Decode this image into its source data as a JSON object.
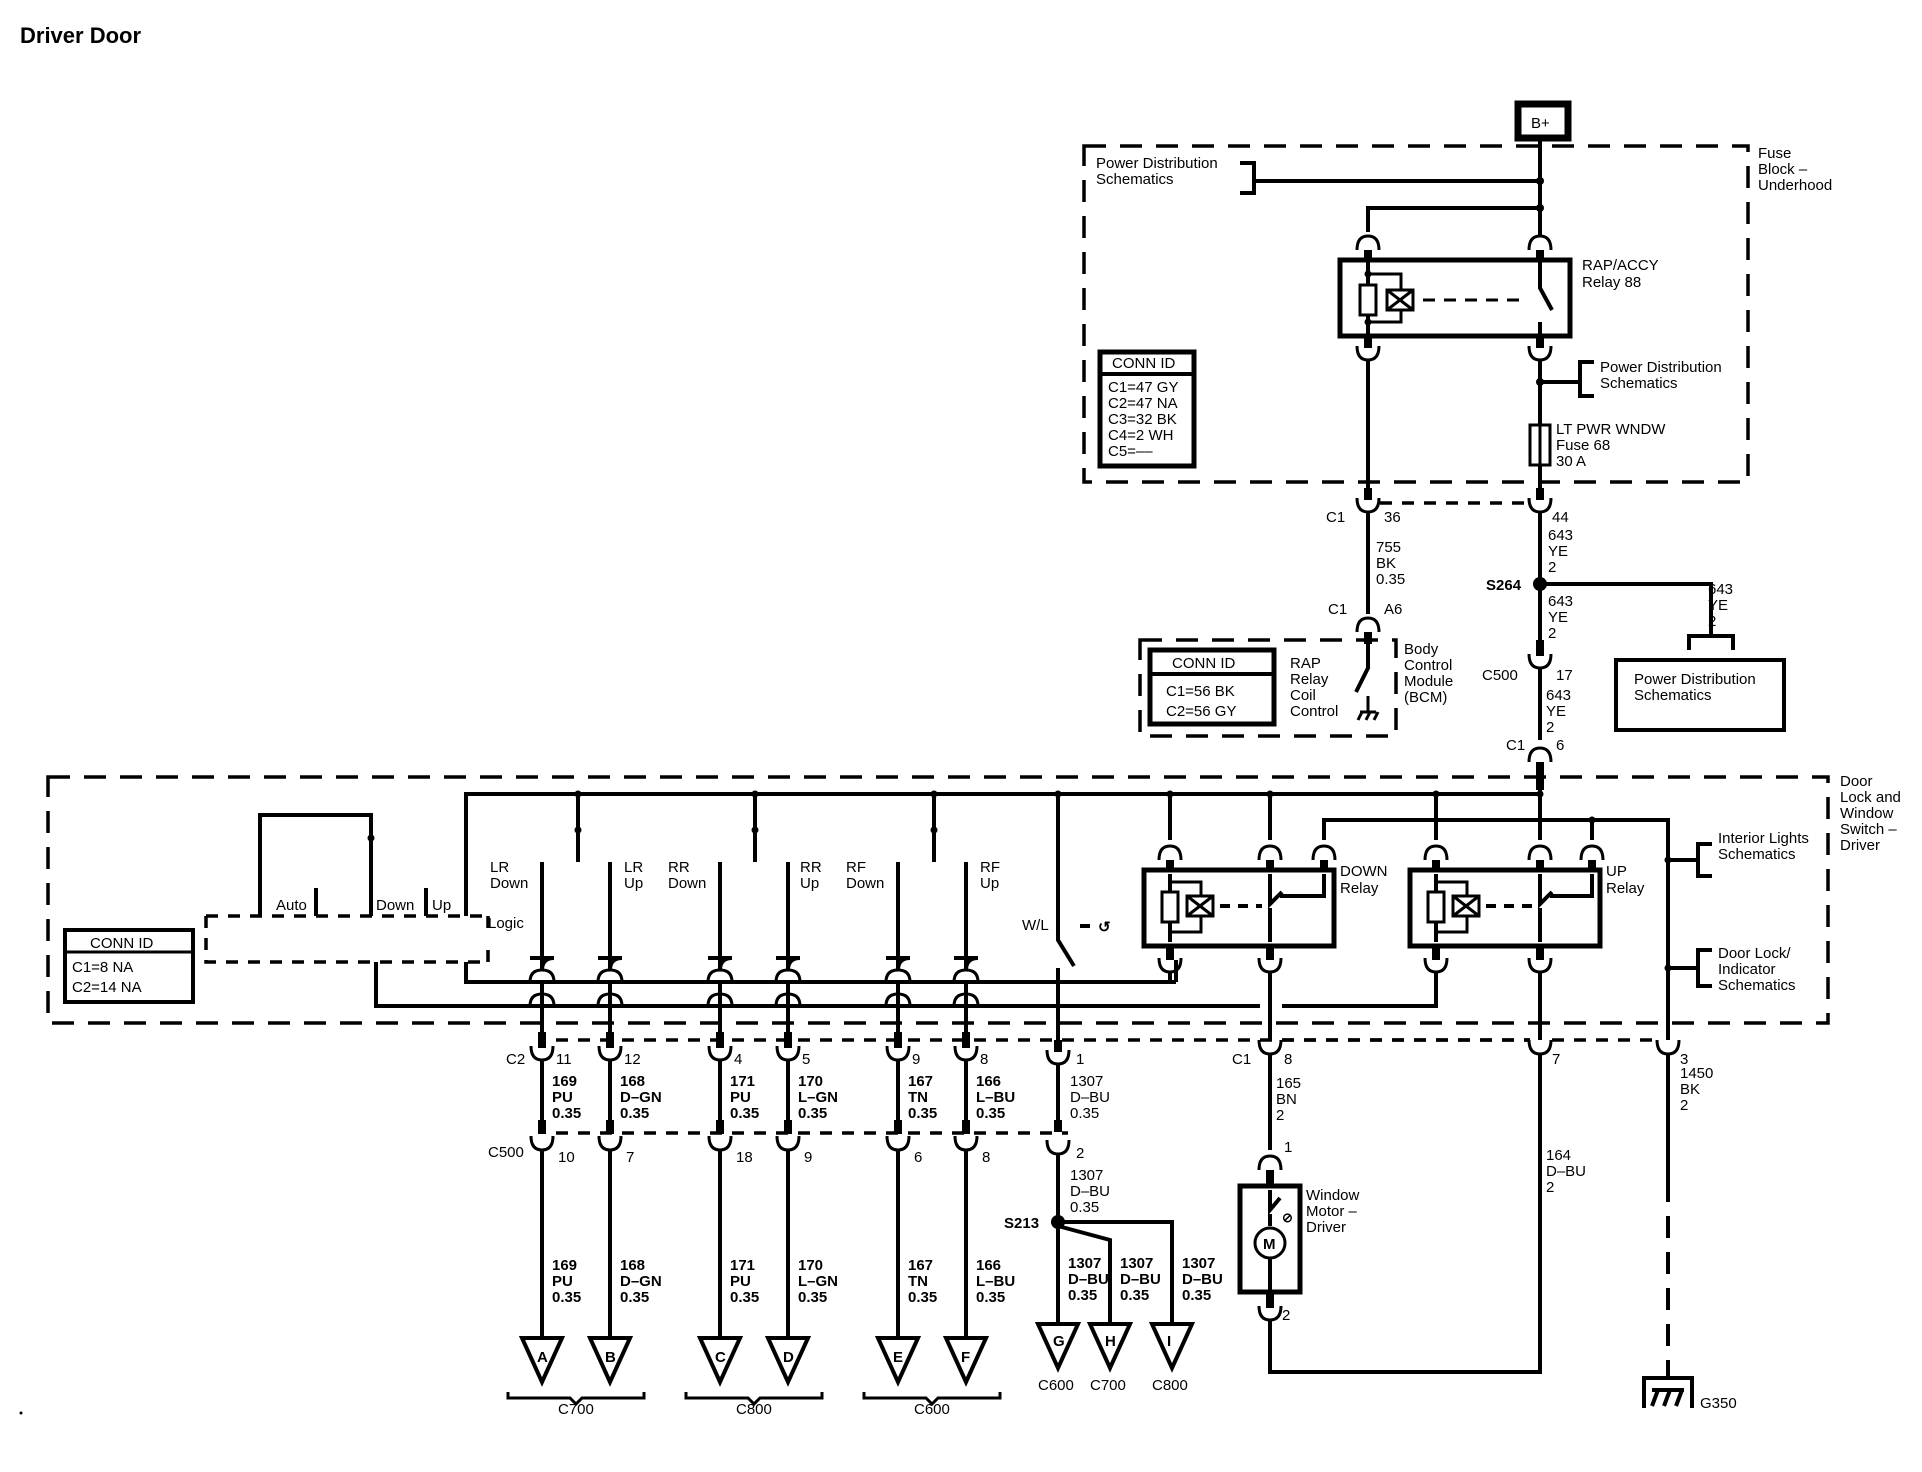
{
  "title": "Driver Door",
  "power_source": "B+",
  "fuse_block": {
    "label": [
      "Fuse",
      "Block –",
      "Underhood"
    ],
    "pd_ref_top": [
      "Power Distribution",
      "Schematics"
    ],
    "pd_ref_mid": [
      "Power Distribution",
      "Schematics"
    ],
    "relay": [
      "RAP/ACCY",
      "Relay 88"
    ],
    "fuse": [
      "LT PWR WNDW",
      "Fuse 68",
      "30 A"
    ],
    "conn_id": {
      "header": "CONN ID",
      "rows": [
        "C1=47 GY",
        "C2=47 NA",
        "C3=32 BK",
        "C4=2 WH",
        "C5=––"
      ]
    }
  },
  "fuse_outputs": {
    "left": {
      "conn": "C1",
      "pin": "36",
      "circuit": "755",
      "color": "BK",
      "gauge": "0.35"
    },
    "right": {
      "pin": "44",
      "circuit": "643",
      "color": "YE",
      "gauge": "2"
    }
  },
  "bcm": {
    "label": [
      "Body",
      "Control",
      "Module",
      "(BCM)"
    ],
    "conn": "C1",
    "pin": "A6",
    "function": [
      "RAP",
      "Relay",
      "Coil",
      "Control"
    ],
    "conn_id": {
      "header": "CONN ID",
      "rows": [
        "C1=56 BK",
        "C2=56 GY"
      ]
    }
  },
  "splice_s264": {
    "name": "S264",
    "below": {
      "circuit": "643",
      "color": "YE",
      "gauge": "2"
    },
    "branch": {
      "circuit": "643",
      "color": "YE",
      "gauge": "2"
    },
    "branch_target": [
      "Power Distribution",
      "Schematics"
    ]
  },
  "c500_upper": {
    "conn": "C500",
    "pin": "17",
    "circuit": "643",
    "color": "YE",
    "gauge": "2",
    "next_conn": "C1",
    "next_pin": "6"
  },
  "switch_module": {
    "label": [
      "Door",
      "Lock and",
      "Window",
      "Switch –",
      "Driver"
    ],
    "conn_id": {
      "header": "CONN ID",
      "rows": [
        "C1=8 NA",
        "C2=14 NA"
      ]
    },
    "switch_labels": {
      "auto": "Auto",
      "down": "Down",
      "up": "Up",
      "logic": "Logic"
    },
    "window_switches": [
      [
        "LR",
        "Down"
      ],
      [
        "LR",
        "Up"
      ],
      [
        "RR",
        "Down"
      ],
      [
        "RR",
        "Up"
      ],
      [
        "RF",
        "Down"
      ],
      [
        "RF",
        "Up"
      ]
    ],
    "wl": "W/L",
    "down_relay": [
      "DOWN",
      "Relay"
    ],
    "up_relay": [
      "UP",
      "Relay"
    ],
    "interior_ref": [
      "Interior Lights",
      "Schematics"
    ],
    "doorlock_ref": [
      "Door Lock/",
      "Indicator",
      "Schematics"
    ]
  },
  "c2_label": "C2",
  "c500_label": "C500",
  "c2_circuits": [
    {
      "c2_pin": "11",
      "circuit": "169",
      "color": "PU",
      "gauge": "0.35",
      "c500_pin": "10",
      "arrow": "A"
    },
    {
      "c2_pin": "12",
      "circuit": "168",
      "color": "D–GN",
      "gauge": "0.35",
      "c500_pin": "7",
      "arrow": "B"
    },
    {
      "c2_pin": "4",
      "circuit": "171",
      "color": "PU",
      "gauge": "0.35",
      "c500_pin": "18",
      "arrow": "C"
    },
    {
      "c2_pin": "5",
      "circuit": "170",
      "color": "L–GN",
      "gauge": "0.35",
      "c500_pin": "9",
      "arrow": "D"
    },
    {
      "c2_pin": "9",
      "circuit": "167",
      "color": "TN",
      "gauge": "0.35",
      "c500_pin": "6",
      "arrow": "E"
    },
    {
      "c2_pin": "8",
      "circuit": "166",
      "color": "L–BU",
      "gauge": "0.35",
      "c500_pin": "8",
      "arrow": "F"
    }
  ],
  "arrow_groups": [
    "C700",
    "C800",
    "C600"
  ],
  "wl_circuit": {
    "c2_pin": "1",
    "circuit": "1307",
    "color": "D–BU",
    "gauge": "0.35",
    "c500_pin": "2"
  },
  "splice_s213": {
    "name": "S213",
    "in": {
      "circuit": "1307",
      "color": "D–BU",
      "gauge": "0.35"
    },
    "branches": [
      {
        "circuit": "1307",
        "color": "D–BU",
        "gauge": "0.35",
        "arrow": "G",
        "conn": "C600"
      },
      {
        "circuit": "1307",
        "color": "D–BU",
        "gauge": "0.35",
        "arrow": "H",
        "conn": "C700"
      },
      {
        "circuit": "1307",
        "color": "D–BU",
        "gauge": "0.35",
        "arrow": "I",
        "conn": "C800"
      }
    ]
  },
  "c1_lower": {
    "conn": "C1",
    "motor_wire": {
      "pin": "8",
      "circuit": "165",
      "color": "BN",
      "gauge": "2"
    },
    "return_wire": {
      "pin": "7",
      "circuit": "164",
      "color": "D–BU",
      "gauge": "2"
    },
    "ground_wire": {
      "pin": "3",
      "circuit": "1450",
      "color": "BK",
      "gauge": "2"
    }
  },
  "motor": {
    "label": [
      "Window",
      "Motor –",
      "Driver"
    ],
    "symbol": "M",
    "pin_top": "1",
    "pin_bottom": "2"
  },
  "ground": "G350"
}
